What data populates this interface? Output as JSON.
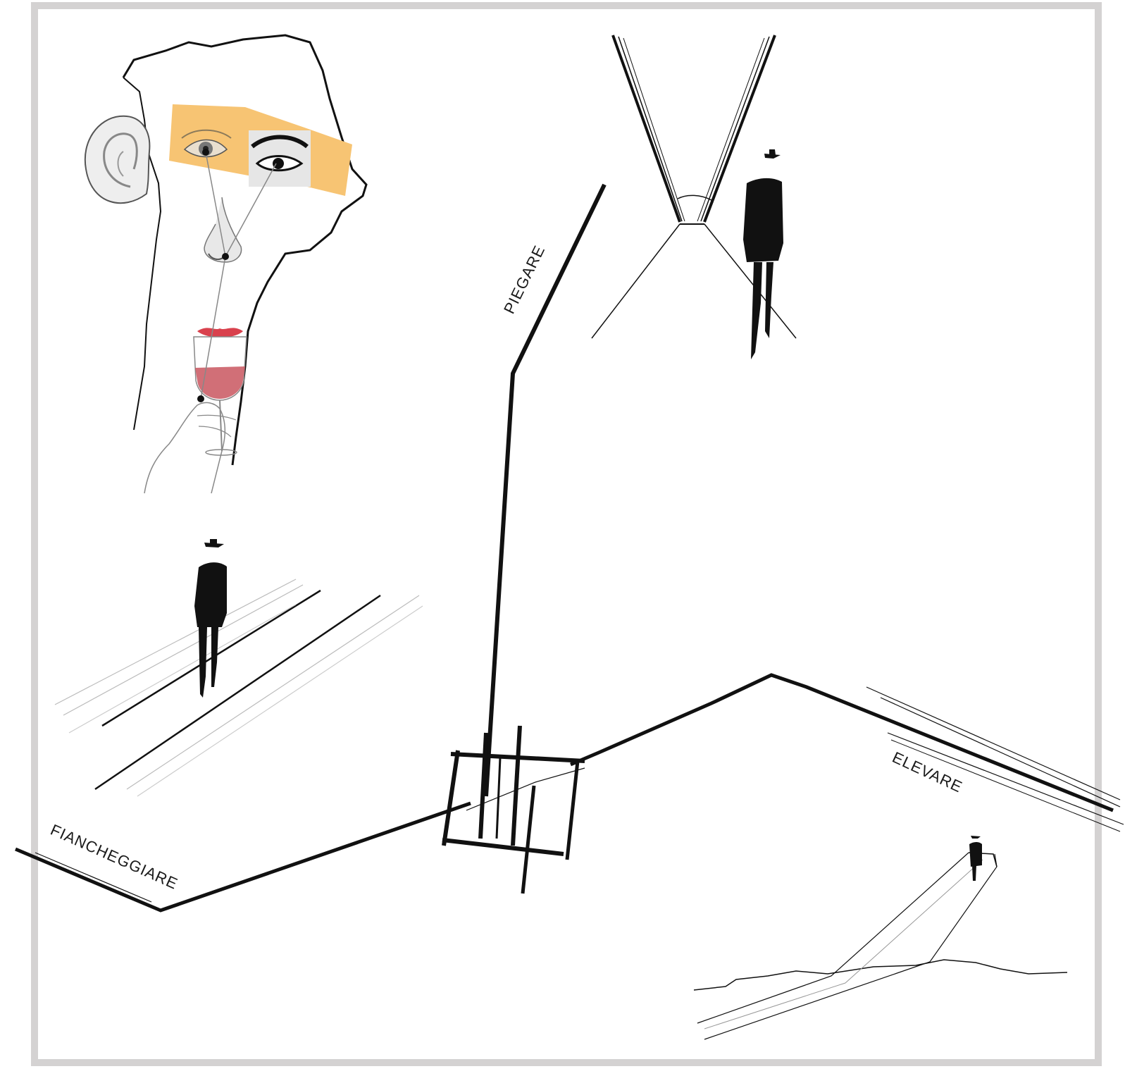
{
  "labels": {
    "piegare": "PIEGARE",
    "fiancheggiare": "FIANCHEGGIARE",
    "elevare": "ELEVARE"
  },
  "colors": {
    "ink": "#1a1a1a",
    "frame": "#d4d2d2",
    "eye_band": "#f7c473",
    "wine": "#c9565f",
    "lips": "#d9414d"
  }
}
